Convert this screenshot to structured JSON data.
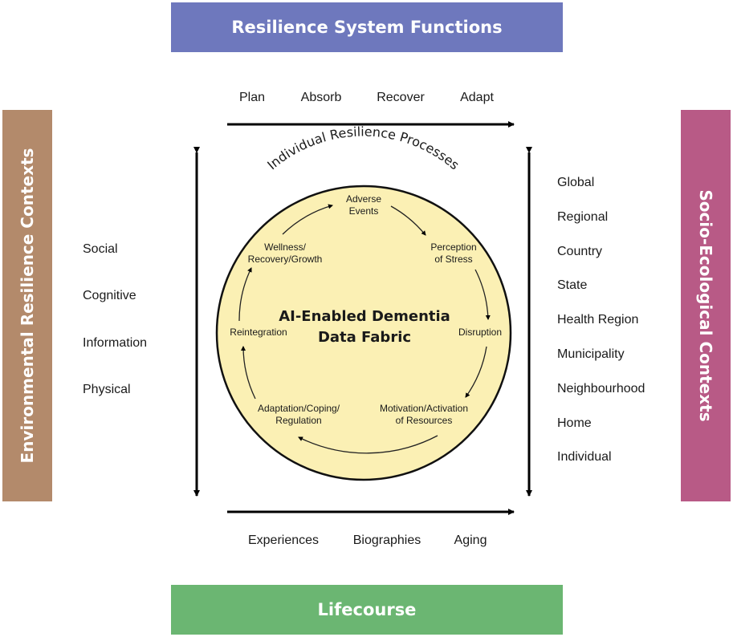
{
  "colors": {
    "top_banner": "#6e78bd",
    "bottom_banner": "#6bb672",
    "left_banner": "#b38a6b",
    "right_banner": "#b85a86",
    "circle_fill": "#fbf0b4"
  },
  "banners": {
    "top": "Resilience System Functions",
    "bottom": "Lifecourse",
    "left": "Environmental Resilience Contexts",
    "right": "Socio-Ecological Contexts"
  },
  "functions": [
    "Plan",
    "Absorb",
    "Recover",
    "Adapt"
  ],
  "lifecourse": [
    "Experiences",
    "Biographies",
    "Aging"
  ],
  "environmental": [
    "Social",
    "Cognitive",
    "Information",
    "Physical"
  ],
  "socio_ecological": [
    "Global",
    "Regional",
    "Country",
    "State",
    "Health Region",
    "Municipality",
    "Neighbourhood",
    "Home",
    "Individual"
  ],
  "circle": {
    "arc_label": "Individual Resilience Processes",
    "center_line1": "AI-Enabled Dementia",
    "center_line2": "Data Fabric",
    "nodes": [
      {
        "line1": "Adverse",
        "line2": "Events"
      },
      {
        "line1": "Perception",
        "line2": "of Stress"
      },
      {
        "line1": "Disruption",
        "line2": ""
      },
      {
        "line1": "Motivation/Activation",
        "line2": "of Resources"
      },
      {
        "line1": "Adaptation/Coping/",
        "line2": "Regulation"
      },
      {
        "line1": "Reintegration",
        "line2": ""
      },
      {
        "line1": "Wellness/",
        "line2": "Recovery/Growth"
      }
    ]
  }
}
